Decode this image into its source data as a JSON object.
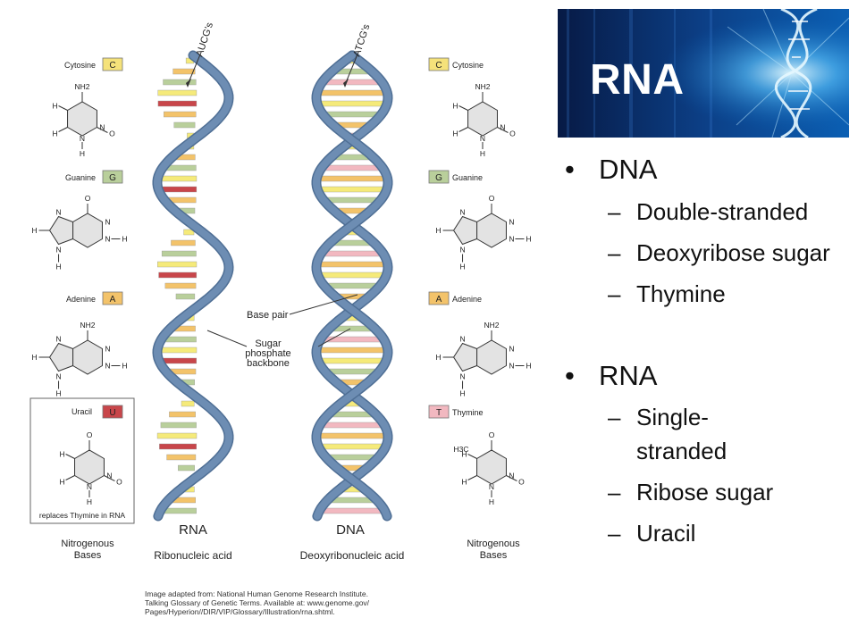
{
  "banner": {
    "title": "RNA"
  },
  "bullets": [
    {
      "label": "DNA",
      "items": [
        "Double-stranded",
        "Deoxyribose sugar",
        "Thymine"
      ]
    },
    {
      "label": "RNA",
      "items": [
        "Single-stranded",
        "Ribose sugar",
        "Uracil"
      ]
    }
  ],
  "rna_single_item": {
    "line1": "Single-",
    "line2": "stranded"
  },
  "figure": {
    "rna_top_label": "AUCG's",
    "dna_top_label": "ATCG's",
    "rna_name": "RNA",
    "rna_full": "Ribonucleic acid",
    "dna_name": "DNA",
    "dna_full": "Deoxyribonucleic acid",
    "base_pair_label": "Base pair",
    "backbone_label": [
      "Sugar",
      "phosphate",
      "backbone"
    ],
    "nitro_label": [
      "Nitrogenous",
      "Bases"
    ],
    "left_bases": [
      {
        "name": "Cytosine",
        "letter": "C",
        "color": "#f5e27a"
      },
      {
        "name": "Guanine",
        "letter": "G",
        "color": "#b9cf9b"
      },
      {
        "name": "Adenine",
        "letter": "A",
        "color": "#f3c36a"
      },
      {
        "name": "Uracil",
        "letter": "U",
        "color": "#c8464a"
      }
    ],
    "right_bases": [
      {
        "name": "Cytosine",
        "letter": "C",
        "color": "#f5e27a"
      },
      {
        "name": "Guanine",
        "letter": "G",
        "color": "#b9cf9b"
      },
      {
        "name": "Adenine",
        "letter": "A",
        "color": "#f3c36a"
      },
      {
        "name": "Thymine",
        "letter": "T",
        "color": "#f2b8c0"
      }
    ],
    "uracil_note": "replaces Thymine in RNA",
    "atoms": {
      "nh2": "NH2",
      "h": "H",
      "n": "N",
      "o": "O",
      "h3c": "H3C"
    },
    "credit": [
      "Image adapted from: National Human Genome Research Institute.",
      "Talking Glossary of Genetic Terms. Available at: www.genome.gov/",
      "Pages/Hyperion//DIR/VIP/Glossary/Illustration/rna.shtml."
    ]
  },
  "colors": {
    "backbone": "#6d8db3",
    "backbone_edge": "#4f6f95",
    "rung_yellow": "#f5ea7a",
    "rung_orange": "#f3c36a",
    "rung_green": "#b9cf9b",
    "rung_red": "#c8464a",
    "rung_pink": "#f2b8c0"
  }
}
